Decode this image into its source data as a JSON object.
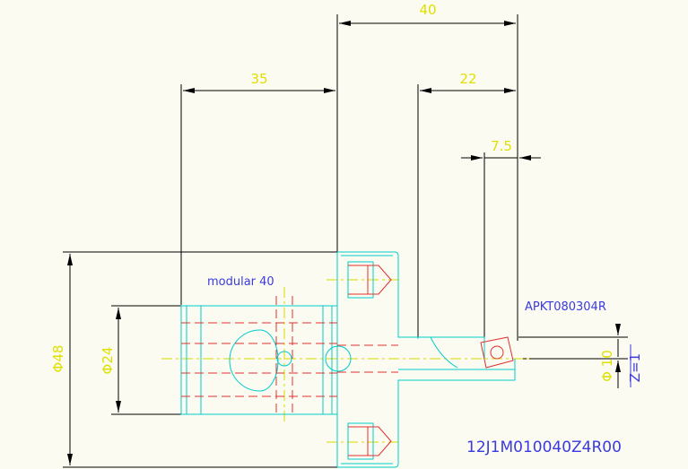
{
  "dimensions": {
    "overall_length": "40",
    "modular_length": "35",
    "arm_length": "22",
    "insert_offset": "7.5",
    "diameter_outer": "Φ48",
    "diameter_inner": "Φ24",
    "diameter_cut": "Φ 10"
  },
  "labels": {
    "modular": "modular 40",
    "insert": "APKT080304R",
    "teeth": "Z=1",
    "part_code": "12J1M010040Z4R00"
  },
  "colors": {
    "background": "#fbfbf1",
    "dimension_text": "#e0e000",
    "outline": "#00cccc",
    "hidden": "#e03030",
    "annotation": "#3a3ae0"
  }
}
